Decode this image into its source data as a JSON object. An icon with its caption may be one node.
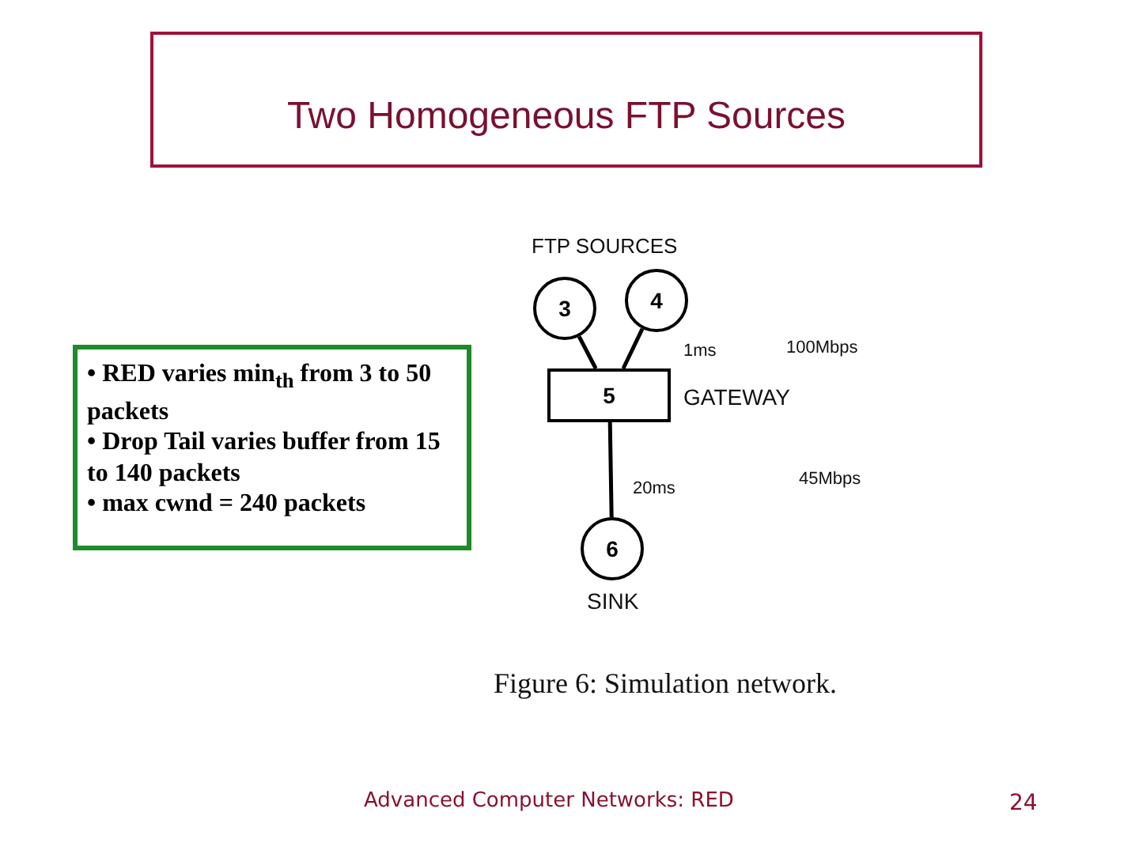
{
  "diagram": {
    "title": "Two Homogeneous FTP Sources",
    "nodes": [
      {
        "text": [
          "• RED varies min$_{th}$ from 3 to 50 packets",
          "• Drop Tail varies buffer from  15 to 140 packets",
          "• max cwnd = 240 packets"
        ]
      },
      {
        "text": [
          "3"
        ]
      },
      {
        "text": [
          "4"
        ]
      },
      {
        "text": [
          "5"
        ],
        "beside": [
          "GATEWAY"
        ]
      },
      {
        "text": [
          "6"
        ],
        "beside": [
          "SINK"
        ]
      }
    ],
    "edges": [
      {
        "from": 1,
        "to": 3,
        "arrow": "none"
      },
      {
        "from": 2,
        "to": 3,
        "arrow": "none"
      },
      {
        "from": 3,
        "to": 4,
        "arrow": "none"
      }
    ],
    "labels": [
      "FTP SOURCES",
      "1ms",
      "100Mbps",
      "20ms",
      "45Mbps",
      "Figure 6:  Simulation network.",
      "Advanced Computer Networks:  RED",
      "24"
    ]
  }
}
